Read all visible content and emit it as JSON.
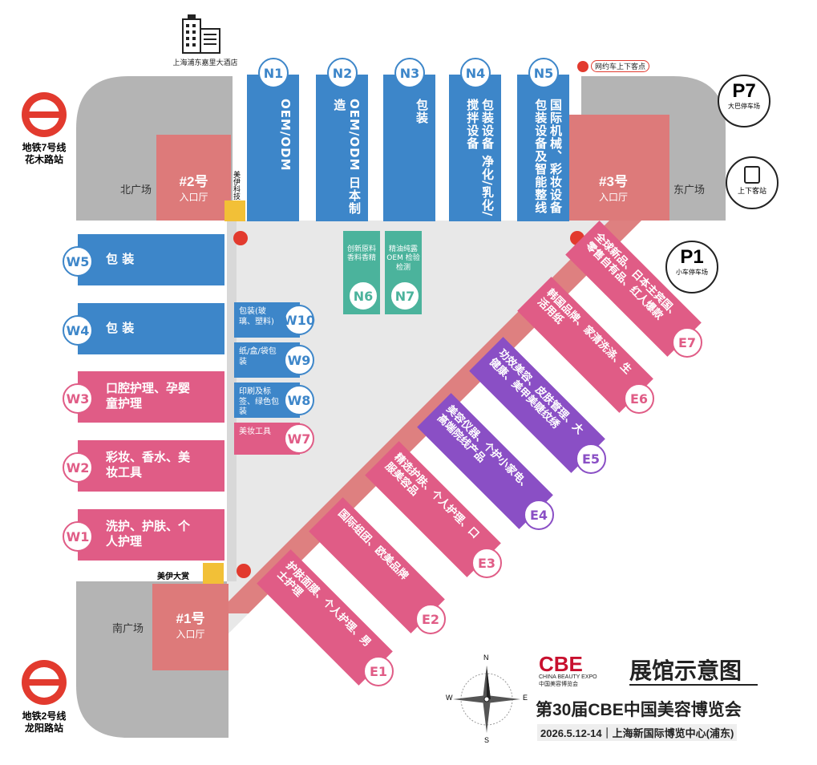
{
  "colors": {
    "blue": "#3d86c9",
    "pink": "#e05c86",
    "purple": "#8a4fc5",
    "teal": "#4bb39c",
    "salmon": "#dd7a7a",
    "gray_plaza": "#b4b4b4",
    "light_gray": "#e8e8e8",
    "metro_red": "#e23a2e",
    "yellow": "#f2c037"
  },
  "landmarks": {
    "hotel": "上海浦东嘉里大酒店",
    "taxi": "网约车上下客点",
    "p7": "P7",
    "p7_sub": "大巴停车场",
    "p1": "P1",
    "p1_sub": "小车停车场",
    "bus_station": "上下客站",
    "north_plaza": "北广场",
    "east_plaza": "东广场",
    "south_plaza": "南广场",
    "metro7": "地铁7号线",
    "metro7_station": "花木路站",
    "metro2": "地铁2号线",
    "metro2_station": "龙阳路站",
    "meiyi_tech": "美伊科技",
    "meiyi_award": "美伊大赏",
    "entrance2": "#2号",
    "entrance2_sub": "入口厅",
    "entrance3": "#3号",
    "entrance3_sub": "入口厅",
    "entrance1": "#1号",
    "entrance1_sub": "入口厅"
  },
  "north_halls": [
    {
      "code": "N1",
      "label": "OEM/ODM"
    },
    {
      "code": "N2",
      "label": "OEM/ODM 日本制造"
    },
    {
      "code": "N3",
      "label": "包装"
    },
    {
      "code": "N4",
      "label": "包装设备 净化/乳化/搅拌设备"
    },
    {
      "code": "N5",
      "label": "国际机械、彩妆设备 包装设备及智能整线"
    }
  ],
  "west_halls": [
    {
      "code": "W5",
      "label": "包 装"
    },
    {
      "code": "W4",
      "label": "包 装"
    },
    {
      "code": "W3",
      "label": "口腔护理、孕婴童护理"
    },
    {
      "code": "W2",
      "label": "彩妆、香水、美妆工具"
    },
    {
      "code": "W1",
      "label": "洗护、护肤、个人护理"
    }
  ],
  "inner_halls": [
    {
      "code": "W10",
      "label": "包装(玻璃、塑料)"
    },
    {
      "code": "W9",
      "label": "纸/盒/袋包装"
    },
    {
      "code": "W8",
      "label": "印刷及标签、绿色包装"
    },
    {
      "code": "W7",
      "label": "美妆工具"
    },
    {
      "code": "N6",
      "label": "创新原料 香料香精"
    },
    {
      "code": "N7",
      "label": "精油纯露 OEM 检验检测"
    }
  ],
  "east_halls": [
    {
      "code": "E7",
      "label": "全球新品、日本主宾国、零售自有品、红人爆款"
    },
    {
      "code": "E6",
      "label": "韩国品牌、家清洗涤、生活用纸"
    },
    {
      "code": "E5",
      "label": "功效美容、皮肤管理、大健康、美甲美睫纹绣"
    },
    {
      "code": "E4",
      "label": "美容仪器、个护小家电、高端院线产品"
    },
    {
      "code": "E3",
      "label": "精选护肤、个人护理、口服美容品"
    },
    {
      "code": "E2",
      "label": "国际组团、欧美品牌"
    },
    {
      "code": "E1",
      "label": "护肤面膜、个人护理、男士护理"
    }
  ],
  "branding": {
    "logo": "CBE",
    "logo_en": "CHINA BEAUTY EXPO",
    "logo_cn": "中国美容博览会",
    "map_title": "展馆示意图",
    "event_title": "第30届CBE中国美容博览会",
    "event_info": "2026.5.12-14｜上海新国际博览中心(浦东)"
  },
  "compass": {
    "n": "N",
    "s": "S",
    "e": "E",
    "w": "W"
  }
}
